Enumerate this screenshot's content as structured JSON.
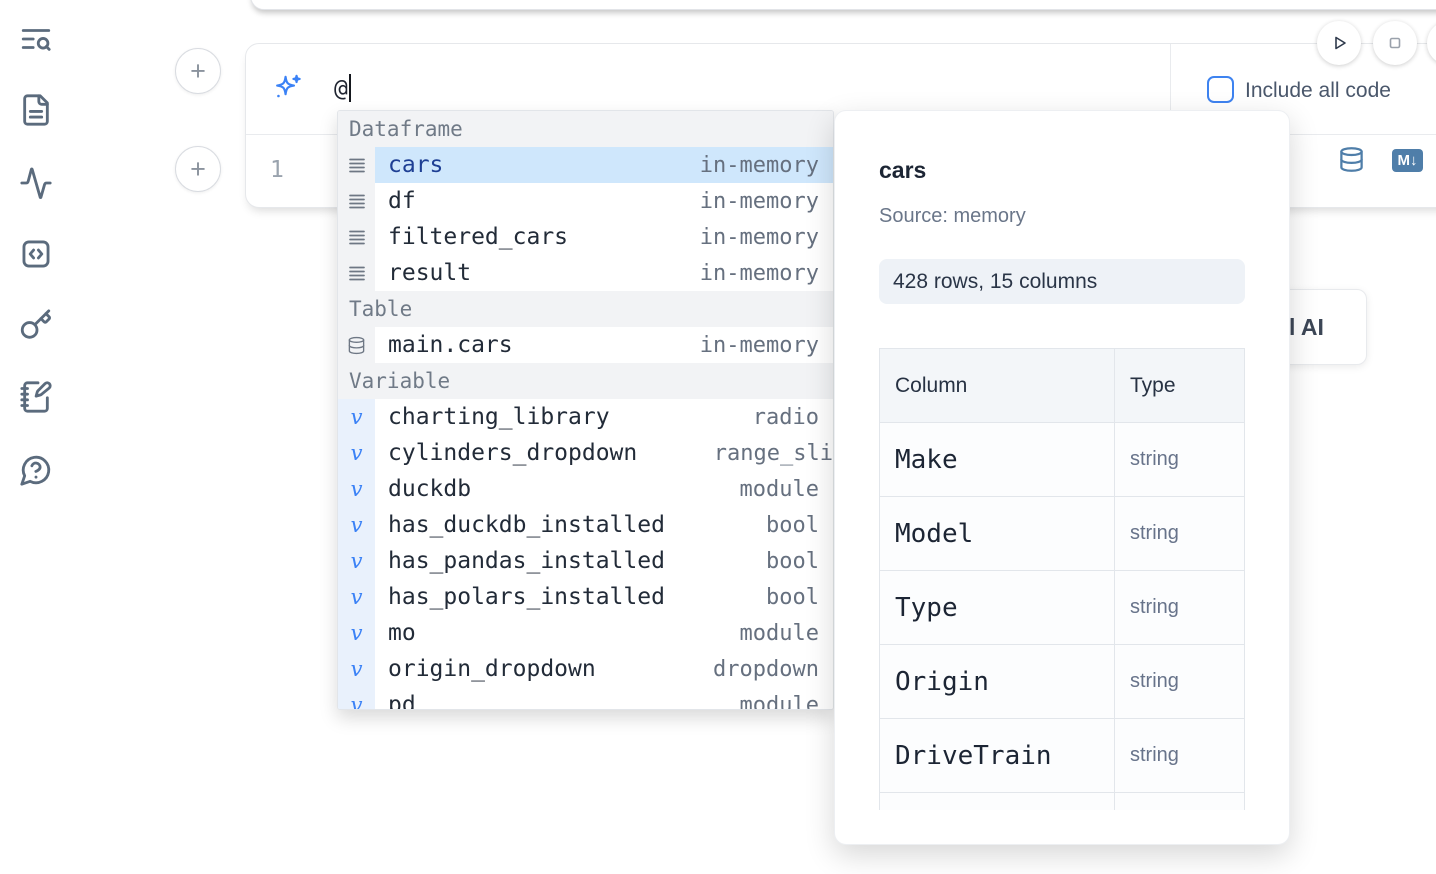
{
  "colors": {
    "accent_blue": "#3b82f6",
    "selection_blue": "#cfe7fc",
    "steel_blue_icon": "#4f7ea9",
    "checkbox_border": "#3e83f0"
  },
  "sidebar": {
    "icons": [
      {
        "name": "text-search-icon"
      },
      {
        "name": "file-document-icon"
      },
      {
        "name": "activity-icon"
      },
      {
        "name": "code-snippets-icon"
      },
      {
        "name": "key-icon"
      },
      {
        "name": "notebook-pen-icon"
      },
      {
        "name": "help-chat-icon"
      }
    ]
  },
  "toolbar": {
    "add_button_glyph": "+",
    "run_button": "play-icon",
    "stop_button": "stop-icon"
  },
  "prompt_cell": {
    "input_value": "@",
    "include_all_code_label": "Include all code",
    "code_line_number": "1",
    "markdown_badge": "M↓"
  },
  "ai_generate_button_fragment": "l AI",
  "autocomplete": {
    "sections": [
      {
        "label": "Dataframe",
        "items": [
          {
            "icon": "rows-icon",
            "name": "cars",
            "type": "in-memory",
            "selected": true
          },
          {
            "icon": "rows-icon",
            "name": "df",
            "type": "in-memory"
          },
          {
            "icon": "rows-icon",
            "name": "filtered_cars",
            "type": "in-memory"
          },
          {
            "icon": "rows-icon",
            "name": "result",
            "type": "in-memory"
          }
        ]
      },
      {
        "label": "Table",
        "items": [
          {
            "icon": "database-icon",
            "name": "main.cars",
            "type": "in-memory"
          }
        ]
      },
      {
        "label": "Variable",
        "items": [
          {
            "icon": "variable-icon",
            "name": "charting_library",
            "type": "radio"
          },
          {
            "icon": "variable-icon",
            "name": "cylinders_dropdown",
            "type": "range_sli",
            "type_overflow": true
          },
          {
            "icon": "variable-icon",
            "name": "duckdb",
            "type": "module"
          },
          {
            "icon": "variable-icon",
            "name": "has_duckdb_installed",
            "type": "bool"
          },
          {
            "icon": "variable-icon",
            "name": "has_pandas_installed",
            "type": "bool"
          },
          {
            "icon": "variable-icon",
            "name": "has_polars_installed",
            "type": "bool"
          },
          {
            "icon": "variable-icon",
            "name": "mo",
            "type": "module"
          },
          {
            "icon": "variable-icon",
            "name": "origin_dropdown",
            "type": "dropdown"
          },
          {
            "icon": "variable-icon",
            "name": "pd",
            "type": "module"
          }
        ]
      }
    ]
  },
  "preview_panel": {
    "title": "cars",
    "source": "Source: memory",
    "shape_badge": "428 rows, 15 columns",
    "table": {
      "headers": [
        "Column",
        "Type"
      ],
      "rows": [
        [
          "Make",
          "string"
        ],
        [
          "Model",
          "string"
        ],
        [
          "Type",
          "string"
        ],
        [
          "Origin",
          "string"
        ],
        [
          "DriveTrain",
          "string"
        ],
        [
          "",
          ""
        ]
      ]
    }
  }
}
